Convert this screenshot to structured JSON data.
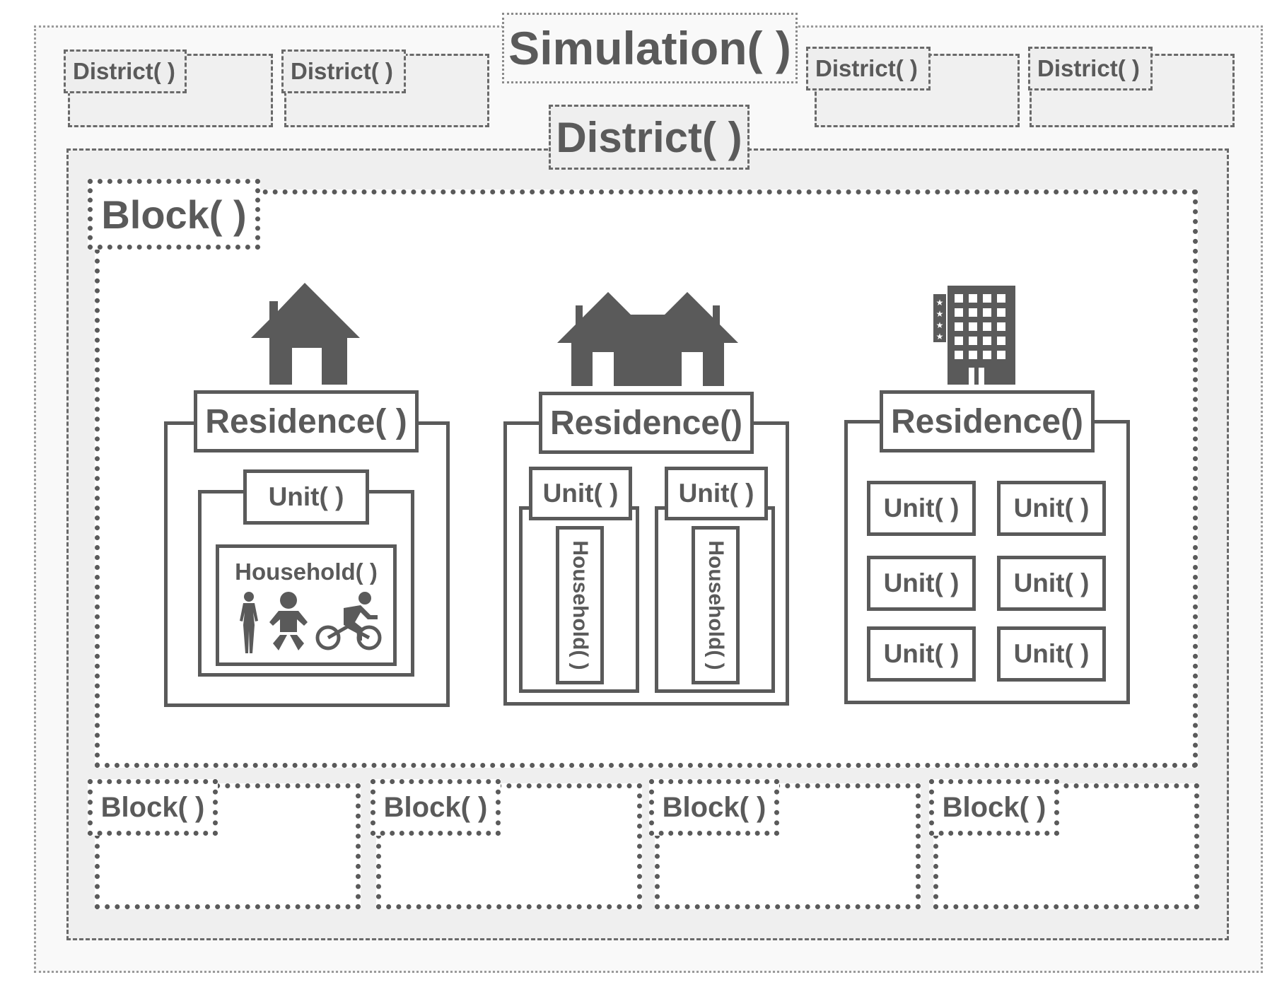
{
  "simulation": {
    "label": "Simulation( )"
  },
  "districts": {
    "main_label": "District( )",
    "top_small_labels": [
      "District( )",
      "District( )",
      "District( )",
      "District( )"
    ]
  },
  "block": {
    "main_label": "Block( )",
    "bottom_small_labels": [
      "Block( )",
      "Block( )",
      "Block( )",
      "Block( )"
    ]
  },
  "residences": [
    {
      "icon": "house-icon",
      "label": "Residence( )",
      "units": [
        {
          "label": "Unit( )",
          "household": {
            "label": "Household( )",
            "icons": [
              "woman-icon",
              "baby-icon",
              "cyclist-icon"
            ]
          }
        }
      ]
    },
    {
      "icon": "duplex-house-icon",
      "label": "Residence()",
      "units": [
        {
          "label": "Unit( )",
          "household": {
            "label": "Household( )"
          }
        },
        {
          "label": "Unit( )",
          "household": {
            "label": "Household( )"
          }
        }
      ]
    },
    {
      "icon": "hotel-building-icon",
      "label": "Residence()",
      "units": [
        {
          "label": "Unit( )"
        },
        {
          "label": "Unit( )"
        },
        {
          "label": "Unit( )"
        },
        {
          "label": "Unit( )"
        },
        {
          "label": "Unit( )"
        },
        {
          "label": "Unit( )"
        }
      ]
    }
  ],
  "colors": {
    "stroke": "#5a5a5a",
    "district_fill": "#efefef",
    "block_fill": "#ffffff"
  }
}
